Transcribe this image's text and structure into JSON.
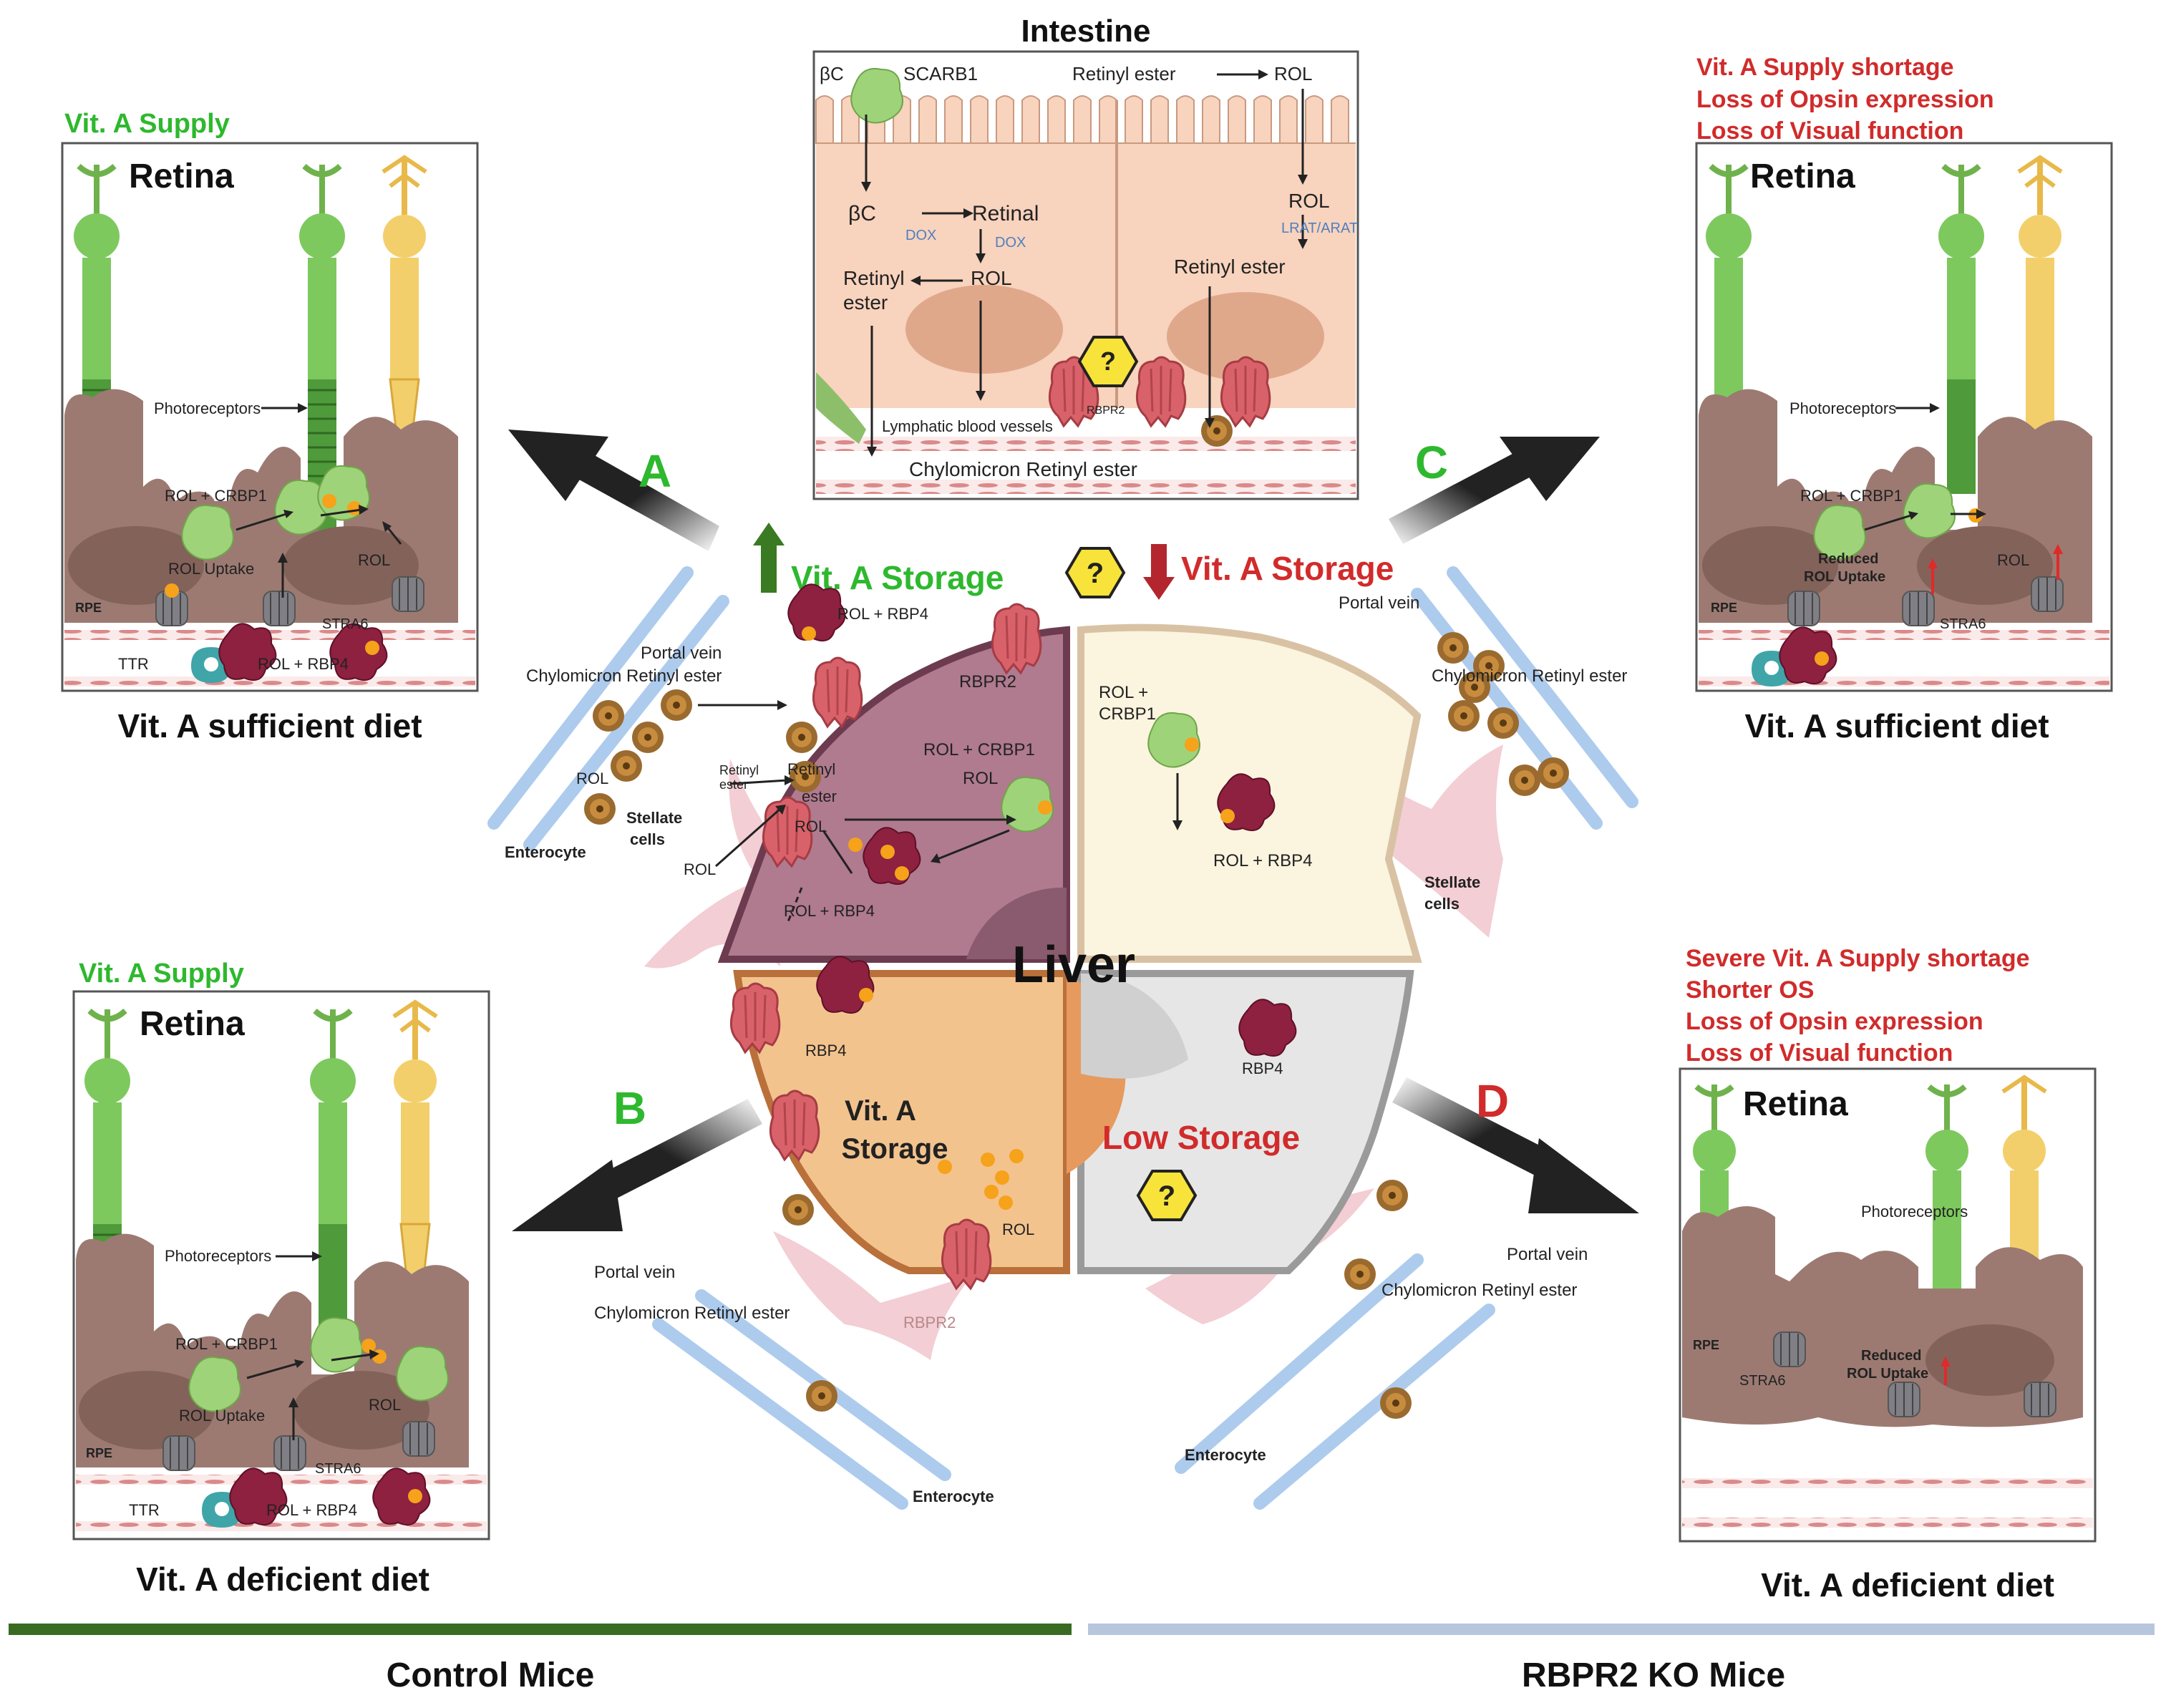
{
  "intestine": {
    "title": "Intestine",
    "bc_top": "βC",
    "scarb1": "SCARB1",
    "retinyl_ester_top": "Retinyl ester",
    "rol_top": "ROL",
    "bc_mid": "βC",
    "retinal": "Retinal",
    "dox1": "DOX",
    "dox2": "DOX",
    "lrat": "LRAT/ARAT",
    "rol_right": "ROL",
    "retinyl_ester_right": "Retinyl ester",
    "retinyl": "Retinyl",
    "ester": "ester",
    "rol_mid": "ROL",
    "rbpr2": "RBPR2",
    "lymphatic": "Lymphatic blood vessels",
    "chylomicron": "Chylomicron Retinyl ester",
    "question": "?"
  },
  "panel_a": {
    "supply": "Vit. A Supply",
    "retina": "Retina",
    "photoreceptors": "Photoreceptors",
    "rol_crbp1": "ROL + CRBP1",
    "rol_uptake": "ROL Uptake",
    "rol": "ROL",
    "rpe": "RPE",
    "stra6": "STRA6",
    "ttr": "TTR",
    "rol_rbp4": "ROL + RBP4",
    "caption": "Vit. A sufficient diet"
  },
  "panel_b": {
    "supply": "Vit. A Supply",
    "retina": "Retina",
    "photoreceptors": "Photoreceptors",
    "rol_crbp1": "ROL + CRBP1",
    "rol_uptake": "ROL Uptake",
    "rol": "ROL",
    "rpe": "RPE",
    "stra6": "STRA6",
    "ttr": "TTR",
    "rol_rbp4": "ROL + RBP4",
    "caption": "Vit. A deficient  diet"
  },
  "panel_c": {
    "line1": "Vit. A Supply shortage",
    "line2": "Loss of Opsin expression",
    "line3": "Loss of Visual function",
    "retina": "Retina",
    "photoreceptors": "Photoreceptors",
    "rol_crbp1": "ROL + CRBP1",
    "reduced1": "Reduced",
    "reduced2": "ROL Uptake",
    "rol": "ROL",
    "rpe": "RPE",
    "stra6": "STRA6",
    "caption": "Vit. A sufficient diet"
  },
  "panel_d": {
    "line1": "Severe Vit. A Supply shortage",
    "line2": "Shorter OS",
    "line3": "Loss of Opsin expression",
    "line4": "Loss of Visual function",
    "retina": "Retina",
    "photoreceptors": "Photoreceptors",
    "rpe": "RPE",
    "stra6": "STRA6",
    "reduced1": "Reduced",
    "reduced2": "ROL Uptake",
    "caption": "Vit. A deficient diet"
  },
  "arrows": {
    "a": "A",
    "b": "B",
    "c": "C",
    "d": "D"
  },
  "liver": {
    "title": "Liver",
    "storage_up": "Vit. A Storage",
    "storage_down": "Vit. A Storage",
    "question": "?",
    "tl": {
      "rol_rbp4_top": "ROL + RBP4",
      "rbpr2": "RBPR2",
      "portal": "Portal vein",
      "chylo": "Chylomicron Retinyl ester",
      "rol": "ROL",
      "stellate1": "Stellate",
      "stellate2": "cells",
      "enterocyte": "Enterocyte",
      "rol2": "ROL",
      "retinyl1": "Retinyl",
      "retinyl2": "ester",
      "retinyl3": "Retinyl",
      "retinyl4": "ester",
      "rol_center": "ROL",
      "rol_crbp1": "ROL + CRBP1",
      "rol_crbp1_b": "ROL",
      "rol_rbp4": "ROL + RBP4"
    },
    "tr": {
      "portal": "Portal vein",
      "chylo": "Chylomicron Retinyl ester",
      "rol1": "ROL +",
      "rol2": "CRBP1",
      "rol_rbp4": "ROL + RBP4",
      "stellate1": "Stellate",
      "stellate2": "cells"
    },
    "bl": {
      "rbp4": "RBP4",
      "storage1": "Vit. A",
      "storage2": "Storage",
      "rol": "ROL",
      "rbpr2": "RBPR2",
      "portal": "Portal vein",
      "chylo": "Chylomicron Retinyl ester",
      "enterocyte": "Enterocyte"
    },
    "br": {
      "rbp4": "RBP4",
      "low": "Low Storage",
      "question": "?",
      "portal": "Portal vein",
      "chylo": "Chylomicron Retinyl ester",
      "enterocyte": "Enterocyte"
    }
  },
  "footer": {
    "control": "Control Mice",
    "ko": "RBPR2 KO Mice"
  },
  "colors": {
    "green_label": "#2eb82e",
    "red_label": "#d12b2b",
    "rpe": "#9c7a72",
    "rod": "#7dc95e",
    "cone": "#f3cf6b",
    "hepatocyte_tl": "#b07a8f",
    "hepatocyte_bl": "#f3c38e",
    "hepatocyte_tr": "#fbf4df",
    "hepatocyte_br": "#e6e6e6",
    "enterocyte": "#f8d3bd",
    "control_bar": "#3a6b22",
    "ko_bar": "#b7c6dc"
  }
}
